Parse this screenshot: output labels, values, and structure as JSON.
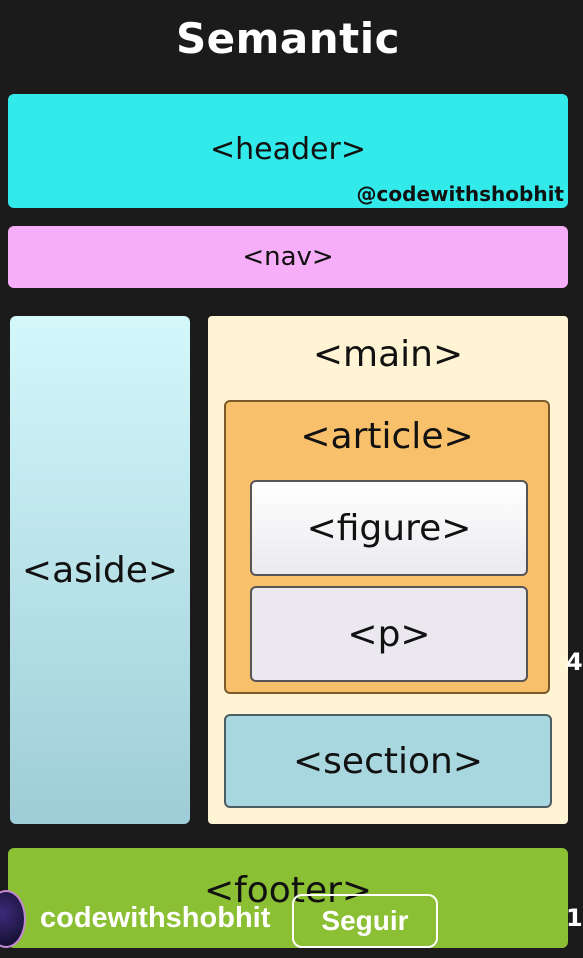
{
  "title": "Semantic",
  "header": {
    "label": "<header>",
    "watermark": "@codewithshobhit"
  },
  "nav": {
    "label": "<nav>"
  },
  "aside": {
    "label": "<aside>"
  },
  "main": {
    "label": "<main>",
    "article": {
      "label": "<article>",
      "figure": "<figure>",
      "paragraph": "<p>"
    },
    "section": "<section>"
  },
  "footer": {
    "label": "<footer>"
  },
  "overlay": {
    "username": "codewithshobhit",
    "follow_label": "Seguir",
    "edge_top": "4",
    "edge_bottom": "1"
  }
}
